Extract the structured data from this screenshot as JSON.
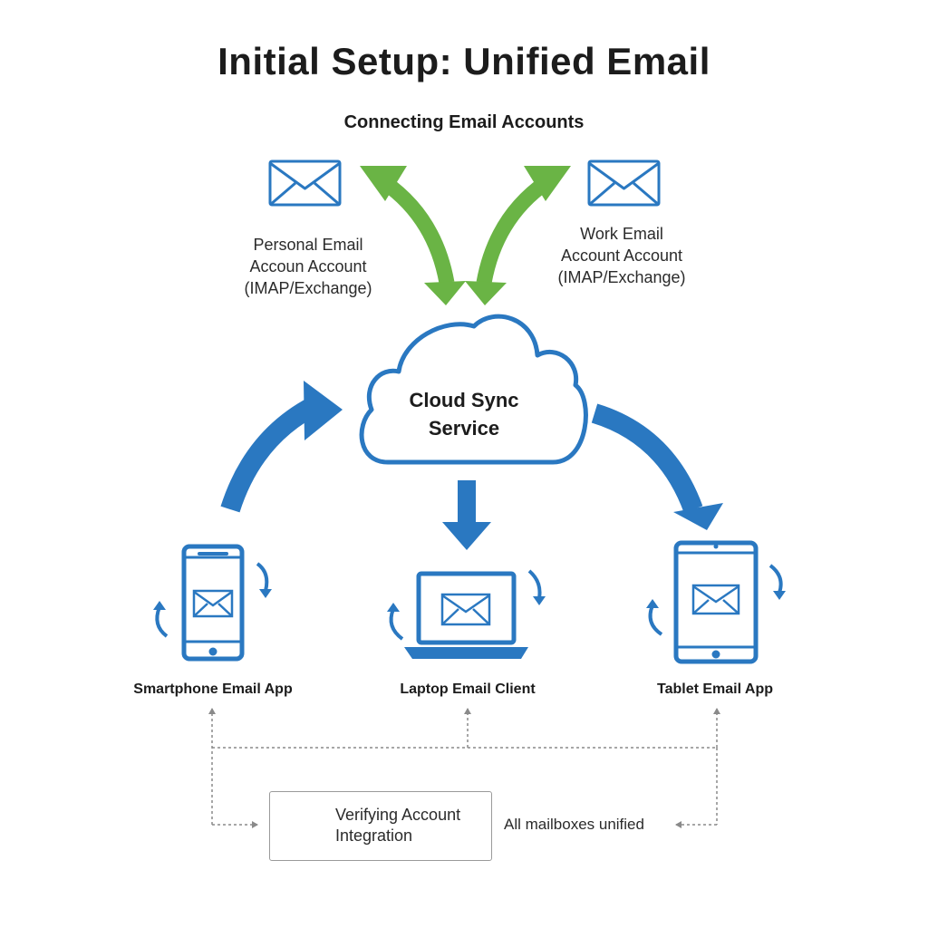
{
  "title": "Initial Setup: Unified Email",
  "subtitle": "Connecting Email Accounts",
  "accounts": {
    "personal": {
      "lines": [
        "Personal Email",
        "Accoun Account",
        "(IMAP/Exchange)"
      ]
    },
    "work": {
      "lines": [
        "Work Email",
        "Account Account",
        "(IMAP/Exchange)"
      ]
    }
  },
  "cloud": {
    "lines": [
      "Cloud Sync",
      "Service"
    ]
  },
  "devices": {
    "smartphone": "Smartphone Email App",
    "laptop": "Laptop Email Client",
    "tablet": "Tablet Email App"
  },
  "verification": {
    "lines": [
      "Verifying Account",
      "Integration"
    ],
    "status": "All mailboxes unified"
  },
  "colors": {
    "blue": "#2a78c1",
    "green": "#6ab445",
    "gray": "#9a9a9a"
  },
  "icons": {
    "email": "envelope-icon",
    "check": "checkmark-icon",
    "cloud": "cloud-icon"
  }
}
